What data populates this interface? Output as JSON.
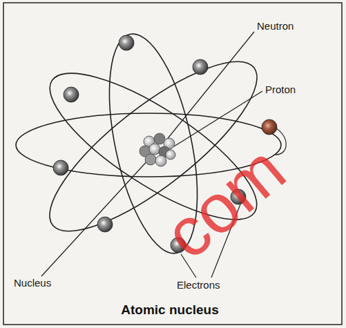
{
  "diagram": {
    "caption": "Atomic nucleus",
    "labels": [
      "Neutron",
      "Proton",
      "Nucleus",
      "Electrons",
      "com"
    ]
  }
}
